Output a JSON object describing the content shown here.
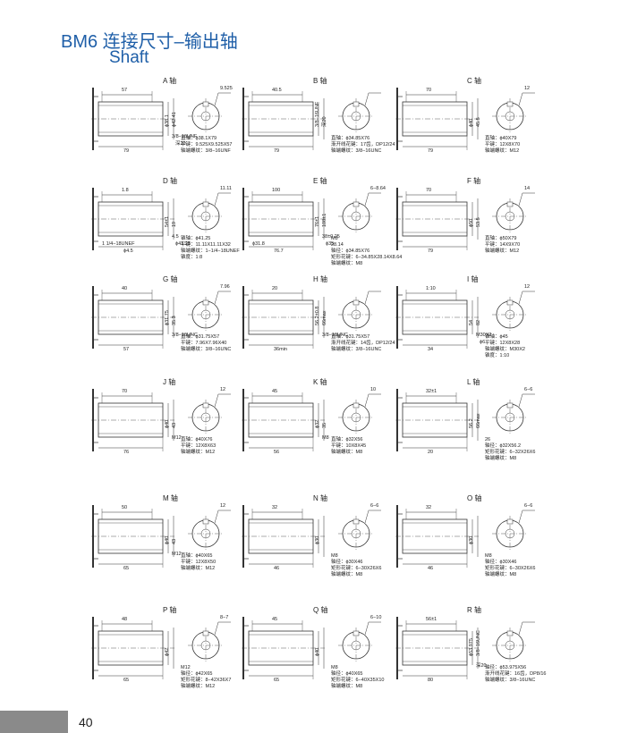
{
  "header": {
    "title": "BM6 连接尺寸–输出轴",
    "subtitle": "Shaft"
  },
  "page_number": "40",
  "panels": [
    {
      "label": "A 轴",
      "dims": [
        "57",
        "79",
        "ϕ38.1",
        "ϕ42.41",
        "3/8−16UNF",
        "深20"
      ],
      "notes": [
        "9.525",
        "直轴：ϕ38.1X79",
        "平键：9.525X9.525X57",
        "轴端螺纹：3/8−16UNF"
      ]
    },
    {
      "label": "B 轴",
      "dims": [
        "40.5",
        "79",
        "3/8−16UNF",
        "深20"
      ],
      "notes": [
        "直轴：ϕ34.85X76",
        "渐开线花键：17齿，DP12/24",
        "轴端螺纹：3/8−16UNC"
      ]
    },
    {
      "label": "C 轴",
      "dims": [
        "70",
        "79",
        "ϕ40",
        "45.5"
      ],
      "notes": [
        "12",
        "直轴：ϕ40X79",
        "平键：12X8X70",
        "轴端螺纹：M12"
      ]
    },
    {
      "label": "D 轴",
      "dims": [
        "1.8",
        "ϕ4.5",
        "54±1",
        "19",
        "4.5",
        "ϕ41.25",
        "1 1/4−18UNEF"
      ],
      "notes": [
        "11.11",
        "锥轴：ϕ41.25",
        "平键：11.11X11.11X32",
        "轴端螺纹：1−1/4−18UNEF",
        "锥度：1:8"
      ]
    },
    {
      "label": "E 轴",
      "dims": [
        "100",
        "76.7",
        "76±1",
        "108±1",
        "38±0.25",
        "ϕ35",
        "ϕ31.8"
      ],
      "notes": [
        "6−8.64",
        "M8",
        "28.14",
        "轴径：ϕ34.85X76",
        "矩形花键：6−34.85X28.14X8.64",
        "轴端螺纹：M8"
      ]
    },
    {
      "label": "F 轴",
      "dims": [
        "70",
        "79",
        "ϕ50",
        "53.5"
      ],
      "notes": [
        "14",
        "直轴：ϕ50X79",
        "平键：14X9X70",
        "轴端螺纹：M12"
      ]
    },
    {
      "label": "G 轴",
      "dims": [
        "40",
        "57",
        "ϕ31.75",
        "35.3",
        "3/8−16UNC"
      ],
      "notes": [
        "7.96",
        "直轴：ϕ31.75X57",
        "平键：7.96X7.96X40",
        "轴端螺纹：3/8−16UNC"
      ]
    },
    {
      "label": "H 轴",
      "dims": [
        "20",
        "36min",
        "56.2±0.8",
        "66max",
        "3/8−16UNC"
      ],
      "notes": [
        "直轴：ϕ31.75X57",
        "渐开线花键：14齿，DP12/24",
        "轴端螺纹：3/8−16UNC"
      ]
    },
    {
      "label": "I 轴",
      "dims": [
        "1:10",
        "34",
        "54",
        "82",
        "M30X2",
        "ϕ6"
      ],
      "notes": [
        "12",
        "锥轴：ϕ45",
        "平键：12X8X28",
        "轴端螺纹：M30X2",
        "锥度：1:10"
      ]
    },
    {
      "label": "J 轴",
      "dims": [
        "70",
        "76",
        "ϕ40",
        "43",
        "M12"
      ],
      "notes": [
        "12",
        "直轴：ϕ40X76",
        "平键：12X8X63",
        "轴端螺纹：M12"
      ]
    },
    {
      "label": "K 轴",
      "dims": [
        "45",
        "56",
        "ϕ32",
        "35",
        "M8"
      ],
      "notes": [
        "10",
        "直轴：ϕ32X56",
        "平键：10X8X45",
        "轴端螺纹：M8"
      ]
    },
    {
      "label": "L 轴",
      "dims": [
        "32±1",
        "20",
        "56.2",
        "66max"
      ],
      "notes": [
        "6−6",
        "26",
        "轴径：ϕ32X56.2",
        "矩形花键：6−32X26X6",
        "轴端螺纹：M8"
      ]
    },
    {
      "label": "M 轴",
      "dims": [
        "50",
        "65",
        "ϕ40",
        "43",
        "M12"
      ],
      "notes": [
        "12",
        "直轴：ϕ40X65",
        "平键：12X8X50",
        "轴端螺纹：M12"
      ]
    },
    {
      "label": "N 轴",
      "dims": [
        "32",
        "46",
        "ϕ30"
      ],
      "notes": [
        "6−6",
        "M8",
        "轴径：ϕ30X46",
        "矩形花键：6−30X26X6",
        "轴端螺纹：M8"
      ]
    },
    {
      "label": "O 轴",
      "dims": [
        "32",
        "46",
        "ϕ30"
      ],
      "notes": [
        "6−6",
        "M8",
        "轴径：ϕ30X46",
        "矩形花键：6−30X26X6",
        "轴端螺纹：M8"
      ]
    },
    {
      "label": "P 轴",
      "dims": [
        "48",
        "65",
        "ϕ42"
      ],
      "notes": [
        "8−7",
        "M12",
        "轴径：ϕ42X65",
        "矩形花键：8−42X36X7",
        "轴端螺纹：M12"
      ]
    },
    {
      "label": "Q 轴",
      "dims": [
        "45",
        "65",
        "ϕ40"
      ],
      "notes": [
        "6−10",
        "M8",
        "轴径：ϕ40X65",
        "矩形花键：6−40X35X10",
        "轴端螺纹：M8"
      ]
    },
    {
      "label": "R 轴",
      "dims": [
        "56±1",
        "80",
        "ϕ53.975",
        "3/8−16UNC",
        "深20"
      ],
      "notes": [
        "轴径：ϕ53.975X56",
        "渐开线花键：16齿，DP8/16",
        "轴端螺纹：3/8−16UNC"
      ]
    }
  ]
}
